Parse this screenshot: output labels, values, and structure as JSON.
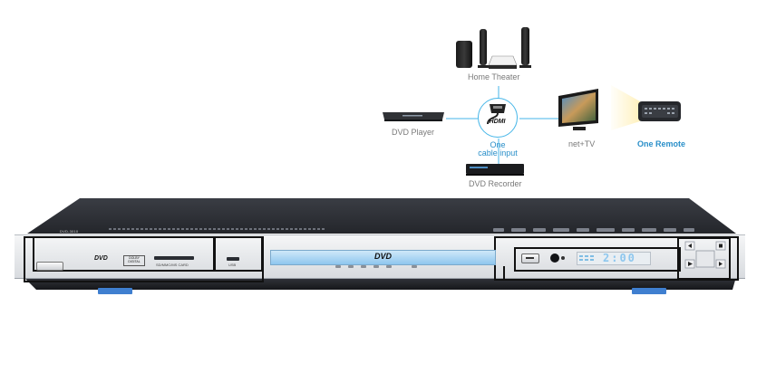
{
  "diagram": {
    "home_theater_label": "Home Theater",
    "dvd_player_label": "DVD Player",
    "hdmi_label": "HDMI",
    "one_cable_label_line1": "One",
    "one_cable_label_line2": "cable input",
    "dvd_recorder_label": "DVD Recorder",
    "net_tv_label": "net+TV",
    "one_remote_label": "One Remote"
  },
  "device": {
    "model_label": "DVD-3010",
    "dvd_logo_left": "DVD",
    "dolby_line1": "DOLBY",
    "dolby_line2": "DIGITAL",
    "card_slot_label": "SD/MMC/MS CARD",
    "usb_label": "USB",
    "tray_logo": "DVD",
    "display_text": "2:00"
  },
  "colors": {
    "diagram_line": "#46b6e8",
    "body_dark": "#2b2e35",
    "panel_silver": "#e3e5e8",
    "tray_blue": "#a8d4f2",
    "foot_blue": "#3f7fd0",
    "outline": "#111111"
  }
}
